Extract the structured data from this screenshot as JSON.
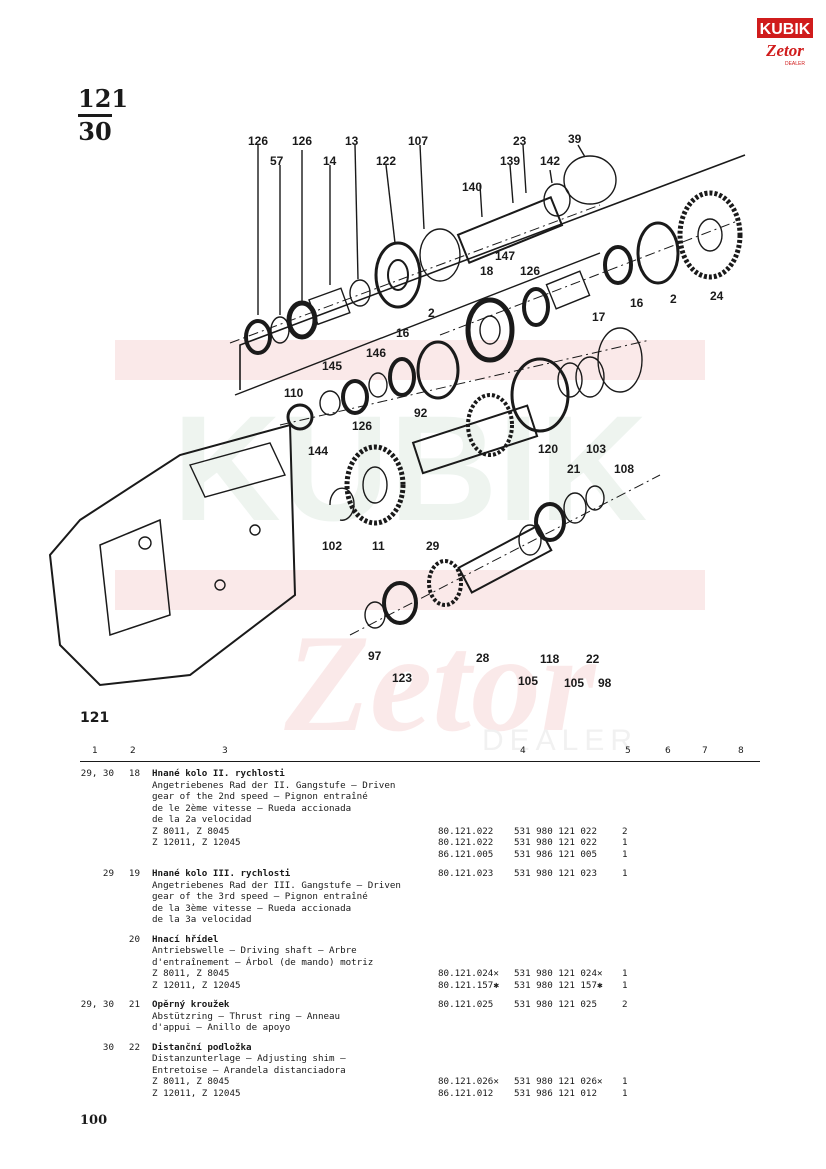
{
  "page_tag": {
    "top": "121",
    "bottom": "30"
  },
  "logo": {
    "brand": "KUBIK",
    "sub": "Zetor",
    "tag": "DEALER",
    "color": "#d01c1c"
  },
  "watermark": {
    "text1": "KUBIK",
    "text2": "Zetor",
    "text3": "DEALER"
  },
  "diagram_labels": [
    "126",
    "57",
    "126",
    "14",
    "13",
    "122",
    "107",
    "23",
    "39",
    "139",
    "140",
    "142",
    "147",
    "18",
    "126",
    "2",
    "16",
    "2",
    "24",
    "17",
    "145",
    "146",
    "16",
    "110",
    "144",
    "126",
    "92",
    "120",
    "21",
    "103",
    "108",
    "102",
    "11",
    "29",
    "97",
    "123",
    "28",
    "105",
    "118",
    "105",
    "22",
    "98"
  ],
  "section_label": "121",
  "column_headers": [
    "1",
    "2",
    "3",
    "4",
    "5",
    "6",
    "7",
    "8"
  ],
  "entries": [
    {
      "fig": "29, 30",
      "pos": "18",
      "lines": [
        "Hnané kolo II. rychlosti",
        "Angetriebenes Rad der II. Gangstufe — Driven",
        "gear of the 2nd speed — Pignon entraîné",
        "de le 2ème vitesse — Rueda accionada",
        "de la 2a velocidad"
      ],
      "variants": [
        {
          "name": "Z 8011, Z 8045",
          "p1": "80.121.022",
          "p2": "531 980 121 022",
          "qty": "2"
        },
        {
          "name": "Z 12011, Z 12045",
          "p1": "80.121.022",
          "p2": "531 980 121 022",
          "qty": "1"
        },
        {
          "name": "",
          "p1": "86.121.005",
          "p2": "531 986 121 005",
          "qty": "1"
        }
      ]
    },
    {
      "fig": "29",
      "pos": "19",
      "lines": [
        "Hnané kolo III. rychlosti",
        "Angetriebenes Rad der III. Gangstufe — Driven",
        "gear of the 3rd speed — Pignon entraîné",
        "de la 3ème vitesse — Rueda accionada",
        "de la 3a velocidad"
      ],
      "p1": "80.121.023",
      "p2": "531 980 121 023",
      "qty": "1",
      "variants": []
    },
    {
      "fig": "",
      "pos": "20",
      "lines": [
        "Hnací hřídel",
        "Antriebswelle — Driving shaft — Arbre",
        "d'entraînement — Árbol (de mando) motriz"
      ],
      "variants": [
        {
          "name": "Z 8011, Z 8045",
          "p1": "80.121.024✕",
          "p2": "531 980 121 024✕",
          "qty": "1"
        },
        {
          "name": "Z 12011, Z 12045",
          "p1": "80.121.157✱",
          "p2": "531 980 121 157✱",
          "qty": "1"
        }
      ]
    },
    {
      "fig": "29, 30",
      "pos": "21",
      "lines": [
        "Opěrný kroužek",
        "Abstützring — Thrust ring — Anneau",
        "d'appui — Anillo de apoyo"
      ],
      "p1": "80.121.025",
      "p2": "531 980 121 025",
      "qty": "2",
      "variants": []
    },
    {
      "fig": "30",
      "pos": "22",
      "lines": [
        "Distanční podložka",
        "Distanzunterlage — Adjusting shim —",
        "Entretoise — Arandela distanciadora"
      ],
      "variants": [
        {
          "name": "Z 8011, Z 8045",
          "p1": "80.121.026✕",
          "p2": "531 980 121 026✕",
          "qty": "1"
        },
        {
          "name": "Z 12011, Z 12045",
          "p1": "86.121.012",
          "p2": "531 986 121 012",
          "qty": "1"
        }
      ]
    }
  ],
  "footer_page": "100"
}
